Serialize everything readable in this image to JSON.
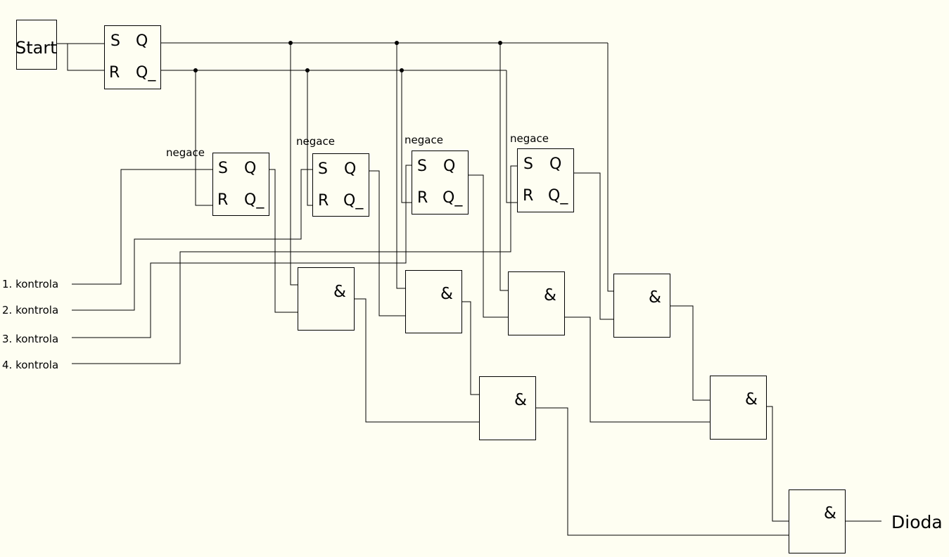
{
  "start": {
    "label": "Start"
  },
  "output": {
    "label": "Dioda"
  },
  "flipflop_pins": {
    "s": "S",
    "q": "Q",
    "r": "R",
    "qn": "Q_"
  },
  "and_symbol": "&",
  "negace_label": "negace",
  "inputs": [
    "1. kontrola",
    "2. kontrola",
    "3. kontrola",
    "4. kontrola"
  ]
}
